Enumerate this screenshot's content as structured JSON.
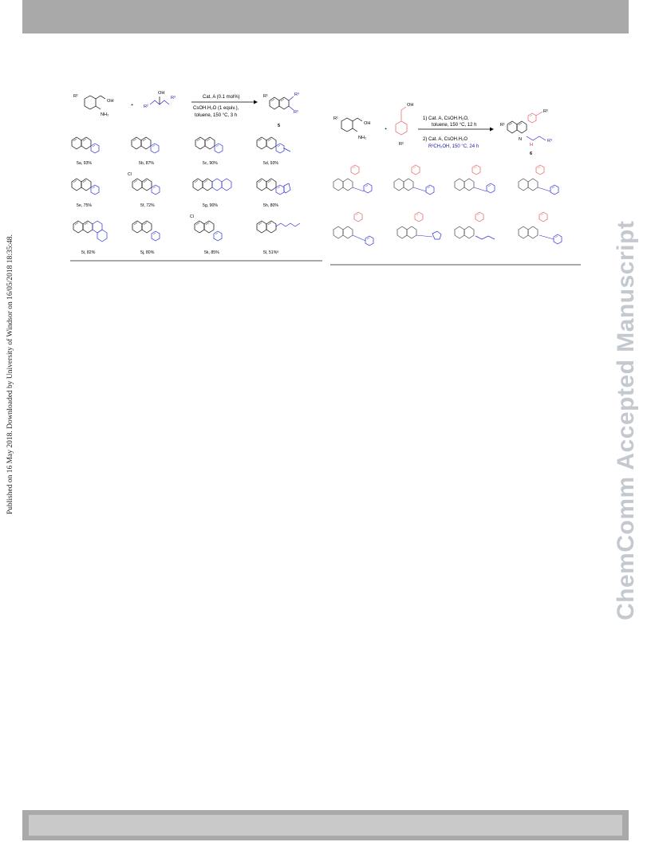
{
  "side_note": "Published on 16 May 2018. Downloaded by University of Windsor on 16/05/2018 18:35:48.",
  "watermark": "ChemComm Accepted Manuscript",
  "left_scheme": {
    "reagent_left": "R¹",
    "reagent_oh": "OH",
    "reagent_nh2": "NH₂",
    "plus": "+",
    "alcohol_oh": "OH",
    "alcohol_r2": "R²",
    "alcohol_r3": "R³",
    "condition_top": "Cat. A (0.1 mol%)",
    "condition_bottom_1": "CsOH.H₂O (1 equiv.),",
    "condition_bottom_2": "toluene, 150 °C, 3 h",
    "product_r1": "R¹",
    "product_r2": "R²",
    "product_r3": "R³",
    "product_number": "5",
    "compounds": [
      {
        "label": "5a, 93%"
      },
      {
        "label": "5b, 87%"
      },
      {
        "label": "5c, 90%"
      },
      {
        "label": "5d, 93%"
      },
      {
        "label": "5e, 75%"
      },
      {
        "label": "5f, 72%"
      },
      {
        "label": "5g, 90%"
      },
      {
        "label": "5h, 80%"
      },
      {
        "label": "5i, 82%"
      },
      {
        "label": "5j, 80%"
      },
      {
        "label": "5k, 85%"
      },
      {
        "label": "5l, 51%ᵃ"
      }
    ]
  },
  "right_scheme": {
    "reagent_r1": "R¹",
    "reagent_oh": "OH",
    "reagent_nh2": "NH₂",
    "plus": "+",
    "benzyl_oh": "OH",
    "benzyl_r2": "R²",
    "step1_a": "1) Cat. A, CsOH.H₂O,",
    "step1_b": "toluene, 150 °C, 12 h",
    "step2_a": "2) Cat. A, CsOH.H₂O",
    "step2_b": "R³CH₂OH, 150 °C, 24 h",
    "product_r1": "R¹",
    "product_r2": "R²",
    "product_r3": "R³",
    "product_n": "N",
    "product_h": "H",
    "product_number": "6"
  },
  "colors": {
    "blue": "#2b2bd6",
    "red": "#e0605e",
    "bar": "#a9a9a9",
    "watermark": "#c4c8cf"
  }
}
